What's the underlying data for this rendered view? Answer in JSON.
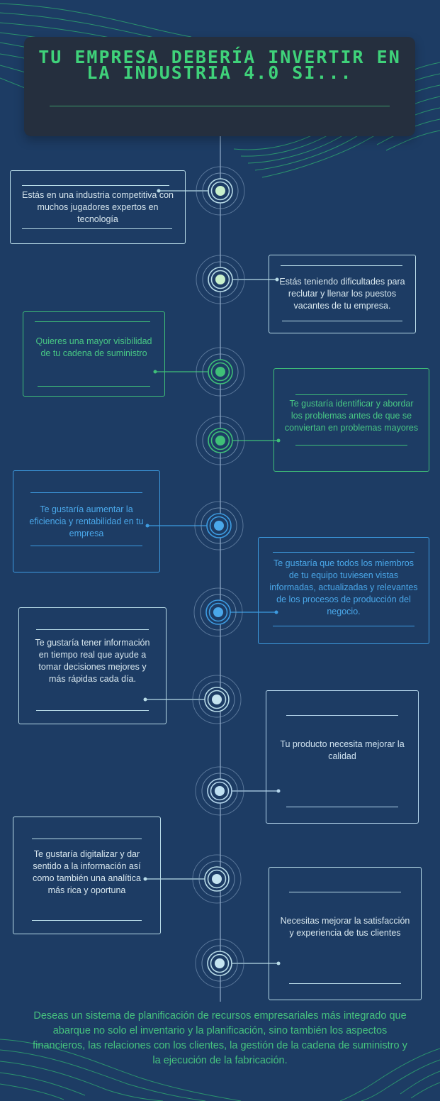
{
  "title": "TU EMPRESA DEBERÍA INVERTIR EN LA INDUSTRIA 4.0 SI...",
  "items": [
    {
      "text": "Estás en una industria competitiva con muchos jugadores expertos en tecnología"
    },
    {
      "text": "Estás teniendo dificultades para reclutar y llenar los puestos vacantes de tu empresa."
    },
    {
      "text": "Quieres una mayor visibilidad de tu cadena de suministro"
    },
    {
      "text": "Te gustaría identificar y abordar los problemas antes de que se conviertan en problemas mayores"
    },
    {
      "text": "Te gustaría aumentar la eficiencia y rentabilidad en tu empresa"
    },
    {
      "text": "Te gustaría que todos los miembros de tu equipo tuviesen vistas informadas, actualizadas y relevantes de los procesos de producción del negocio."
    },
    {
      "text": "Te gustaría tener información en tiempo real que ayude a tomar decisiones mejores y más rápidas cada día."
    },
    {
      "text": "Tu producto necesita mejorar la calidad"
    },
    {
      "text": "Te gustaría digitalizar y dar sentido a la información así como también una analítica más rica y oportuna"
    },
    {
      "text": "Necesitas mejorar la satisfacción y experiencia de tus clientes"
    }
  ],
  "footer": "Deseas un sistema de planificación de recursos empresariales más integrado que abarque no solo el inventario y la planificación, sino también los aspectos financieros, las relaciones con los clientes, la gestión de la cadena de suministro y la ejecución de la fabricación.",
  "colors": {
    "background": "#1d3c64",
    "header": "#252f3e",
    "title": "#3fd27a",
    "green": "#3fbf78",
    "blue": "#3d9be0",
    "white": "#b9dce8",
    "pale": "#b5d6ec"
  }
}
